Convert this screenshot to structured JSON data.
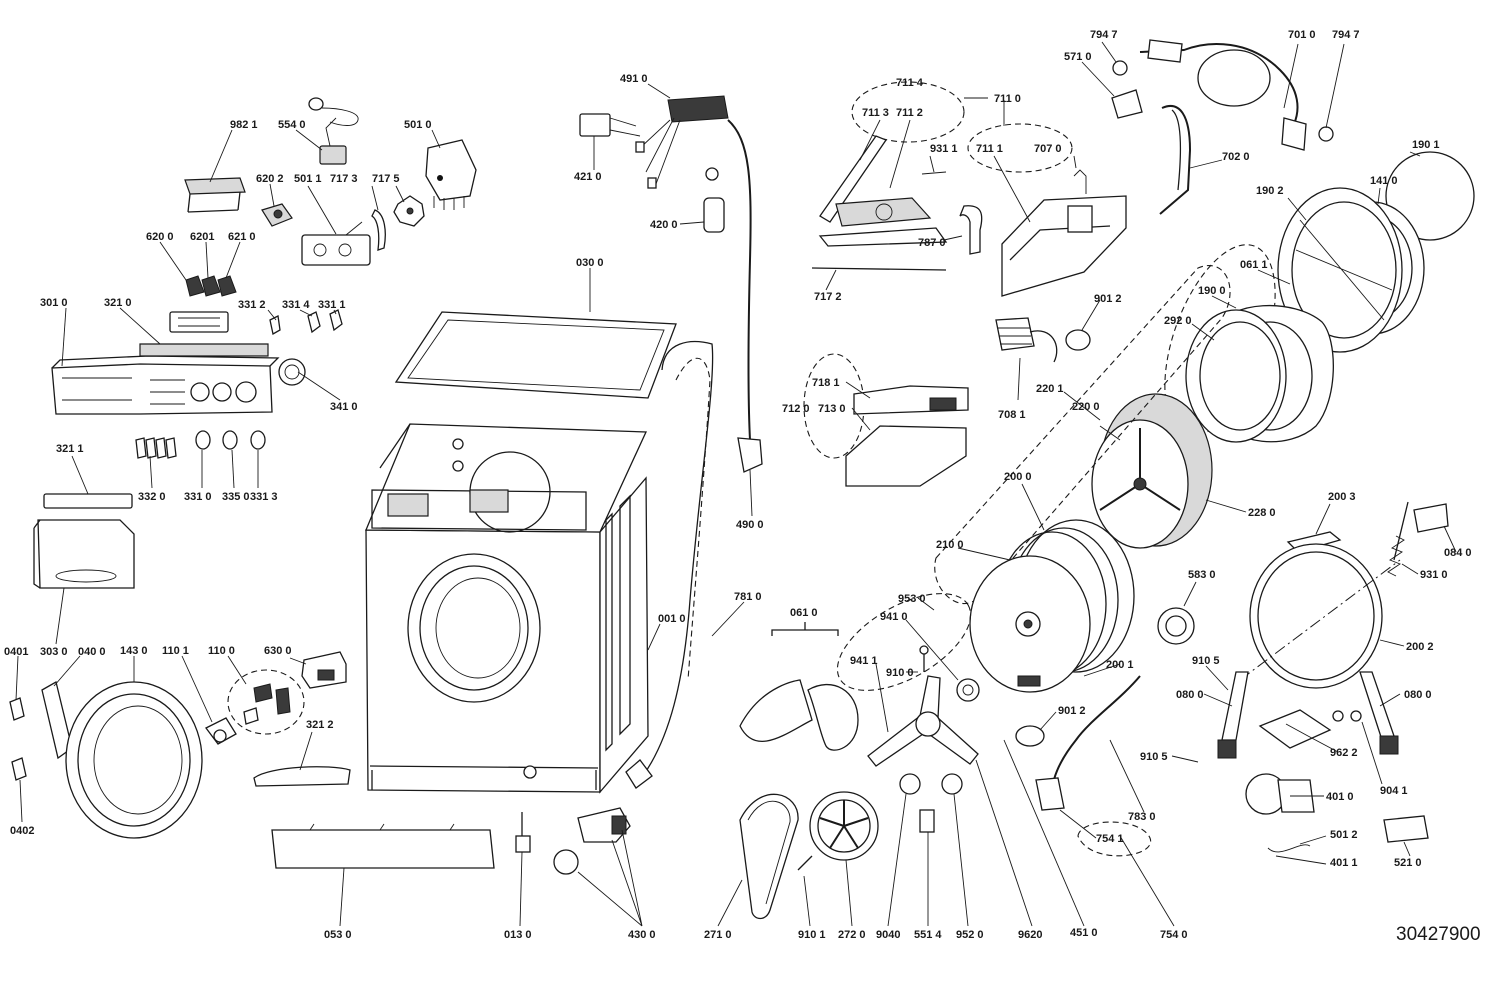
{
  "drawing_number": "30427900",
  "part_labels": {
    "p9821": "982 1",
    "p5540": "554 0",
    "p5010": "501 0",
    "p6202": "620 2",
    "p5011": "501 1",
    "p7173": "717 3",
    "p7175": "717 5",
    "p6200": "620 0",
    "p6201": "6201",
    "p6210": "621 0",
    "p3010": "301 0",
    "p3210": "321 0",
    "p3312": "331 2",
    "p3314": "331 4",
    "p3311": "331 1",
    "p3410": "341 0",
    "p3211": "321 1",
    "p3320": "332 0",
    "p3310": "331 0",
    "p3350": "335 0",
    "p3313": "331 3",
    "p3030": "303 0",
    "p0401": "0401",
    "p0400": "040 0",
    "p1430": "143 0",
    "p1101": "110 1",
    "p1100": "110 0",
    "p6300": "630 0",
    "p3212": "321 2",
    "p0402": "0402",
    "p0530": "053 0",
    "p0130": "013 0",
    "p4300": "430 0",
    "p4910": "491 0",
    "p4210": "421 0",
    "p4200": "420 0",
    "p0300": "030 0",
    "p4900": "490 0",
    "p0010": "001 0",
    "p7810": "781 0",
    "p7114": "711 4",
    "p7110": "711 0",
    "p7113": "711 3",
    "p7112": "711 2",
    "p9311a": "931 1",
    "p7111": "711 1",
    "p7070": "707 0",
    "p7870": "787 0",
    "p7172": "717 2",
    "p5710": "571 0",
    "p7947a": "794 7",
    "p7010": "701 0",
    "p7947b": "794 7",
    "p7020": "702 0",
    "p1901": "190 1",
    "p1902": "190 2",
    "p1410": "141 0",
    "p0611": "061 1",
    "p1900": "190 0",
    "p9012a": "901 2",
    "p2920": "292 0",
    "p7181": "718 1",
    "p7120": "712 0",
    "p7130": "713 0",
    "p7081": "708 1",
    "p2201": "220 1",
    "p2200": "220 0",
    "p2000": "200 0",
    "p2280": "228 0",
    "p2100": "210 0",
    "p2003": "200 3",
    "p0840": "084 0",
    "p9310": "931 0",
    "p5830": "583 0",
    "p9530": "953 0",
    "p9410": "941 0",
    "p0610": "061 0",
    "p9411": "941 1",
    "p9100": "910 0",
    "p2001": "200 1",
    "p9105a": "910 5",
    "p2002": "200 2",
    "p0800a": "080 0",
    "p0800b": "080 0",
    "p9012b": "901 2",
    "p9622": "962 2",
    "p9105b": "910 5",
    "p9041": "904 1",
    "p4010": "401 0",
    "p7830": "783 0",
    "p7541": "754 1",
    "p5012": "501 2",
    "p4011": "401 1",
    "p5210": "521 0",
    "p2710": "271 0",
    "p9101": "910 1",
    "p2720": "272 0",
    "p9040": "9040",
    "p5514": "551 4",
    "p9520": "952 0",
    "p9620": "9620",
    "p4510": "451 0",
    "p7540": "754 0"
  }
}
